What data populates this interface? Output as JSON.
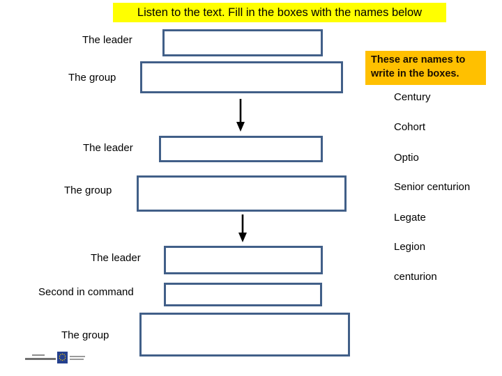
{
  "title": "Listen to the text. Fill in the boxes with the names below",
  "rows": [
    {
      "label": "The leader"
    },
    {
      "label": "The group"
    },
    {
      "label": "The leader"
    },
    {
      "label": "The group"
    },
    {
      "label": "The leader"
    },
    {
      "label": "Second in command"
    },
    {
      "label": "The group"
    }
  ],
  "names_panel": {
    "heading": "These are names to write in the boxes.",
    "names": [
      "Century",
      "Cohort",
      "Optio",
      "Senior centurion",
      "Legate",
      "Legion",
      "centurion"
    ]
  },
  "colors": {
    "title_highlight": "#ffff00",
    "panel_highlight": "#ffc000",
    "box_border": "#415f88",
    "arrow": "#000000",
    "eu_flag_blue": "#24408e",
    "eu_flag_stars": "#ffcc00"
  }
}
